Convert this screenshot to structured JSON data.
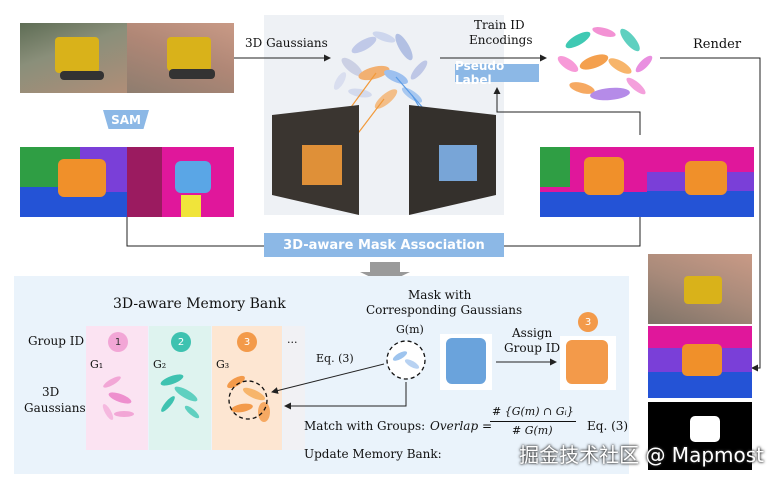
{
  "top": {
    "label_3dgaussians": "3D Gaussians",
    "label_train_1": "Train ID",
    "label_train_2": "Encodings",
    "pseudo_label": "Pseudo Label",
    "render": "Render",
    "sam": "SAM",
    "mask_assoc": "3D-aware Mask Association"
  },
  "bank": {
    "title": "3D-aware Memory Bank",
    "group_id_label": "Group ID",
    "gaussians_label_1": "3D",
    "gaussians_label_2": "Gaussians",
    "groups": [
      {
        "id": "1",
        "g": "G₁",
        "color": "#f2a6d6"
      },
      {
        "id": "2",
        "g": "G₂",
        "color": "#3ec2b0"
      },
      {
        "id": "3",
        "g": "G₃",
        "color": "#f39a4a"
      }
    ],
    "ellipsis": "...",
    "eq3": "Eq. (3)"
  },
  "mask": {
    "title_1": "Mask with",
    "title_2": "Corresponding Gaussians",
    "gm": "G(m)",
    "m": "m",
    "assign_1": "Assign",
    "assign_2": "Group ID",
    "assign_badge": "3"
  },
  "formula": {
    "match": "Match with Groups:",
    "overlap": "Overlap =",
    "numerator": "# {G(m) ∩ Gᵢ}",
    "denominator": "# G(m)",
    "eq": "Eq. (3)",
    "update": "Update Memory Bank:"
  },
  "watermark": "掘金技术社区 @ Mapmost"
}
